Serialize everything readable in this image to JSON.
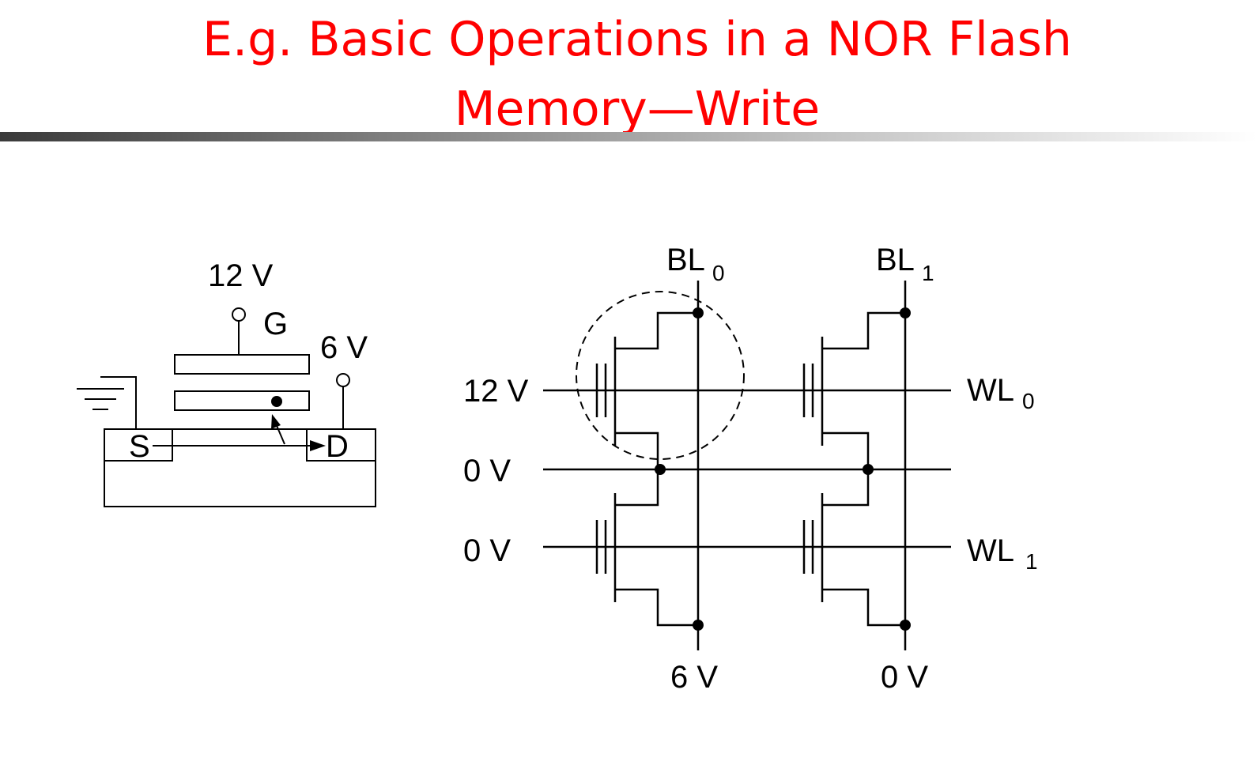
{
  "slide": {
    "title_line1": "E.g. Basic Operations in a NOR Flash",
    "title_line2": "Memory—Write",
    "title_color": "#ff0000"
  },
  "cell": {
    "gate_voltage": "12 V",
    "gate_label": "G",
    "drain_voltage": "6 V",
    "source_label": "S",
    "drain_label": "D"
  },
  "array": {
    "bitlines": [
      {
        "name": "BL",
        "sub": "0",
        "bottom_voltage": "6 V"
      },
      {
        "name": "BL",
        "sub": "1",
        "bottom_voltage": "0 V"
      }
    ],
    "wordlines": [
      {
        "name": "WL",
        "sub": "0"
      },
      {
        "name": "WL",
        "sub": "1"
      }
    ],
    "row_voltages": [
      "12 V",
      "0 V",
      "0 V"
    ]
  },
  "icons": {
    "ground": "ground-symbol-icon",
    "terminal": "terminal-circle-icon",
    "node": "junction-dot-icon"
  }
}
